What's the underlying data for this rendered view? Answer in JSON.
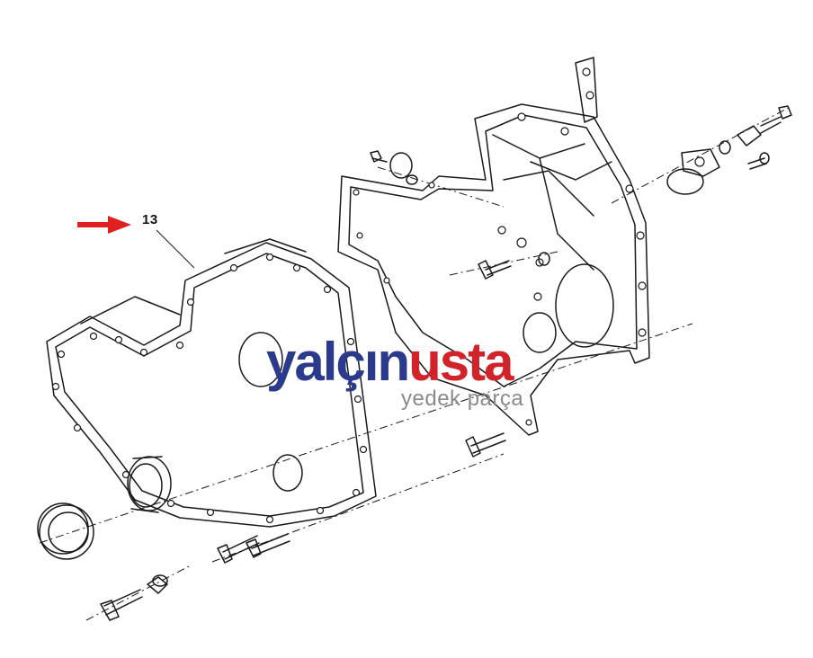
{
  "callout": {
    "number": "13"
  },
  "logo": {
    "part1": "yalçın",
    "part2": "usta",
    "tagline": "yedek parça"
  },
  "icons": [
    "red-arrow-icon",
    "gasket-icon",
    "front-cover-icon",
    "seal-ring-icon",
    "bolt-icon",
    "sensor-icon"
  ],
  "colors": {
    "arrow": "#e02020",
    "brand_blue": "#2b3a8c",
    "brand_red": "#d2232a",
    "tagline_gray": "#8a8a8a",
    "line": "#1a1a1a"
  }
}
